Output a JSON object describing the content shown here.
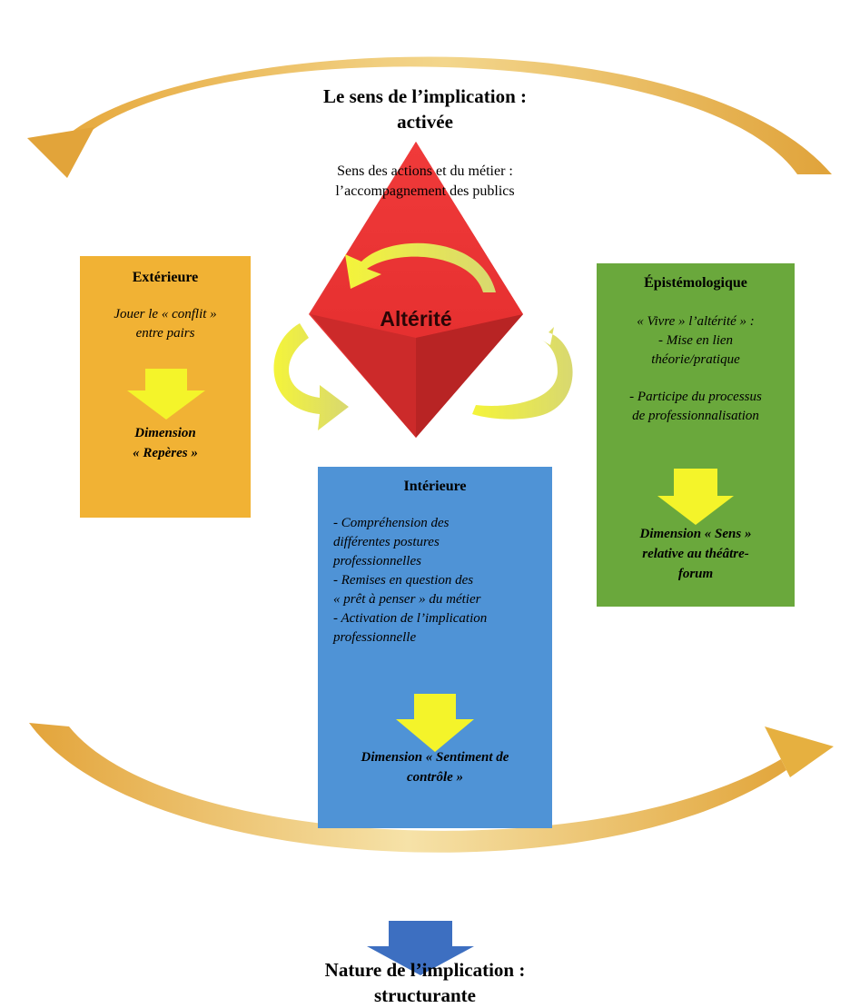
{
  "top": {
    "title_line1": "Le sens de l’implication :",
    "title_line2": "activée",
    "sub_line1": "Sens des actions et du métier :",
    "sub_line2": "l’accompagnement des publics"
  },
  "center": {
    "label": "Altérité"
  },
  "exterieure": {
    "title": "Extérieure",
    "text_line1": "Jouer le « conflit »",
    "text_line2": "entre pairs",
    "dim_line1": "Dimension",
    "dim_line2": "« Repères »"
  },
  "epistemo": {
    "title": "Épistémologique",
    "line1": "« Vivre » l’altérité » :",
    "line2": "- Mise en lien",
    "line3": "théorie/pratique",
    "line4": "- Participe du processus",
    "line5": "de professionnalisation",
    "dim_line1": "Dimension « Sens »",
    "dim_line2": "relative au théâtre-",
    "dim_line3": "forum"
  },
  "interieure": {
    "title": "Intérieure",
    "line1": "- Compréhension des",
    "line2": "différentes postures",
    "line3": "professionnelles",
    "line4": "- Remises en question des",
    "line5": "« prêt à penser » du métier",
    "line6": "- Activation de l’implication",
    "line7": "professionnelle",
    "dim_line1": "Dimension « Sentiment de",
    "dim_line2": "contrôle »"
  },
  "bottom": {
    "title_line1": "Nature de l’implication :",
    "title_line2": "structurante"
  },
  "colors": {
    "orange_box": "#f1b234",
    "green_box": "#6aa83c",
    "blue_box": "#4f93d6",
    "red_diamond": "#e23232",
    "yellow_arrow": "#f4f42a",
    "gold_arc": "#e0a83a",
    "blue_arrow": "#3d6fc1"
  }
}
